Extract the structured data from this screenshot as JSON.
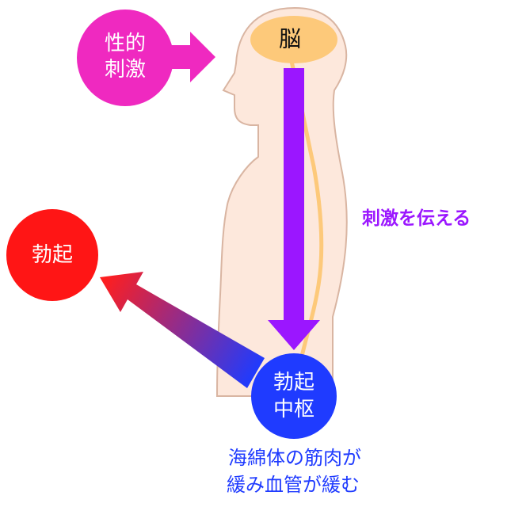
{
  "colors": {
    "body_fill": "#fde8dc",
    "body_stroke": "#d9b5a2",
    "brain_fill": "#fdc97a",
    "spinal_cord": "#fdc97a",
    "stimulus_circle": "#ef29c0",
    "erection_circle": "#ff1515",
    "center_circle": "#1f3bff",
    "purple_arrow": "#9b16ff",
    "purple_text": "#9b16ff",
    "blue_text": "#1f3bff",
    "gradient_start": "#1e3bff",
    "gradient_end": "#ff1e1e"
  },
  "nodes": {
    "stimulus": {
      "line1": "性的",
      "line2": "刺激"
    },
    "brain": {
      "label": "脳"
    },
    "erection": {
      "label": "勃起"
    },
    "center": {
      "line1": "勃起",
      "line2": "中枢"
    }
  },
  "labels": {
    "transmit": "刺激を伝える",
    "caption_line1": "海綿体の筋肉が",
    "caption_line2": "緩み血管が緩む"
  }
}
